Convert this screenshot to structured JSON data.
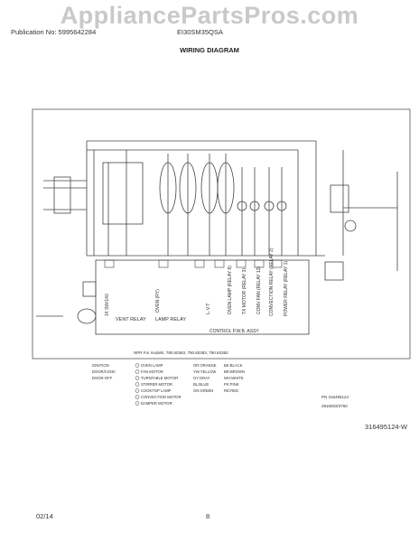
{
  "watermark": "AppliancePartsPros.com",
  "header": {
    "publication": "Publication No: 5995642284",
    "model": "EI30SM35QSA",
    "title": "WIRING DIAGRAM"
  },
  "diagram": {
    "relays": [
      "VENT RELAY",
      "LAMP RELAY",
      "L.V.T",
      "OVEN LAMP (RELAY 8)",
      "TX MOTOR (RELAY 3)",
      "CONV FAN (RELAY 12)",
      "CONVECTION RELAY (RELAY 2)",
      "POWER RELAY (RELAY 1)"
    ],
    "control_board": "CONTROL P.W.B. ASSY",
    "note": "NPR For models: 790.60363, 790.60383, 790.60382",
    "legend_left": [
      "IGNITION",
      "DOOR/COOK",
      "DOOR-OFF"
    ],
    "legend_mid": [
      "OVEN LAMP",
      "FAN MOTOR",
      "TURNTABLE MOTOR",
      "STIRRER MOTOR",
      "COOKTOP LAMP",
      "CONVECTION MOTOR",
      "DAMPER MOTOR"
    ],
    "legend_colors": [
      "OR:ORANGE",
      "YW:YELLOW",
      "GY:GRAY",
      "BL:BLUE",
      "GN:GREEN",
      "BK:BLACK",
      "BR:BROWN",
      "WH:WHITE",
      "PK:PINK",
      "RD:RED"
    ],
    "pn": "PN 316495124",
    "pn_sub": "2816003/3760"
  },
  "footer": {
    "doc_id": "316495124-W",
    "date": "02/14",
    "page": "8"
  }
}
